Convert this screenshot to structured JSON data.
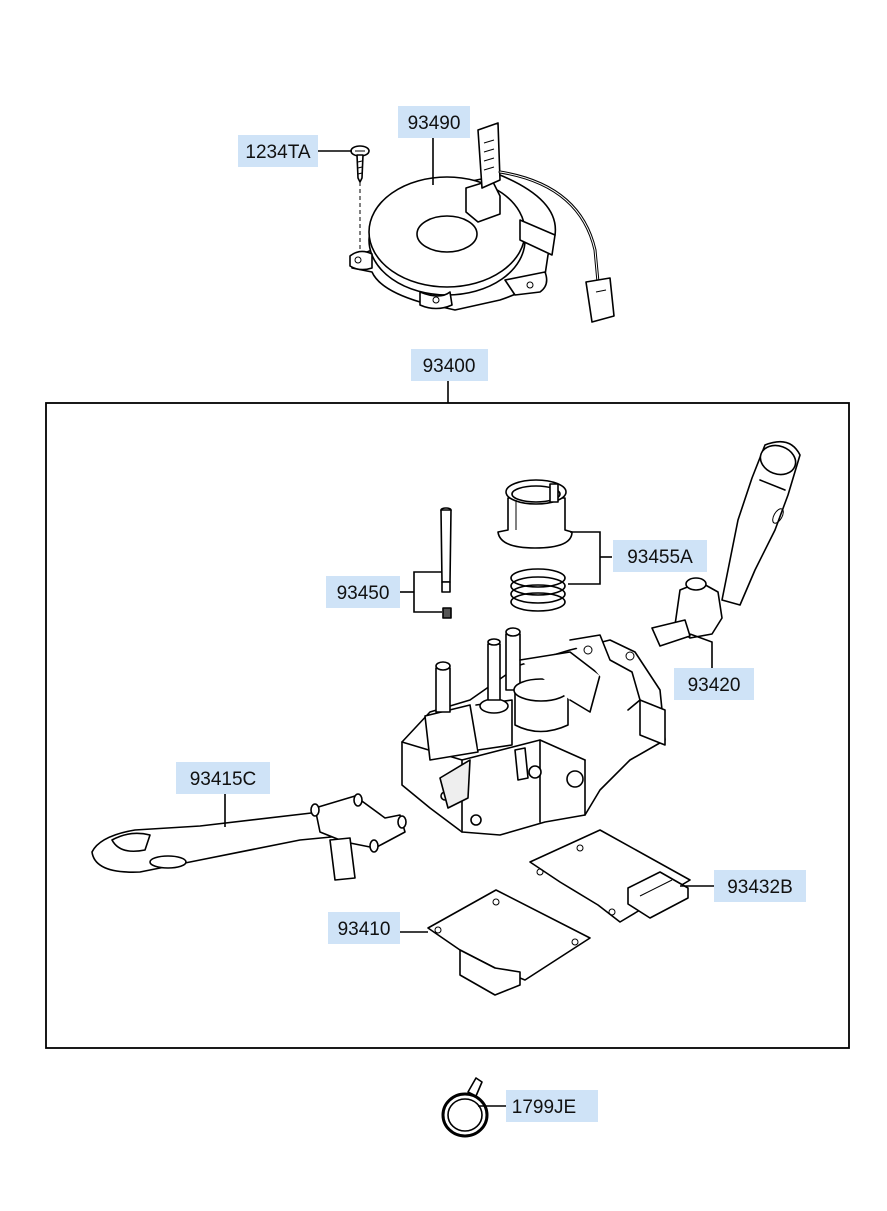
{
  "parts": {
    "p1234TA": "1234TA",
    "p93490": "93490",
    "p93400": "93400",
    "p93455A": "93455A",
    "p93450": "93450",
    "p93420": "93420",
    "p93415C": "93415C",
    "p93432B": "93432B",
    "p93410": "93410",
    "p1799JE": "1799JE"
  }
}
